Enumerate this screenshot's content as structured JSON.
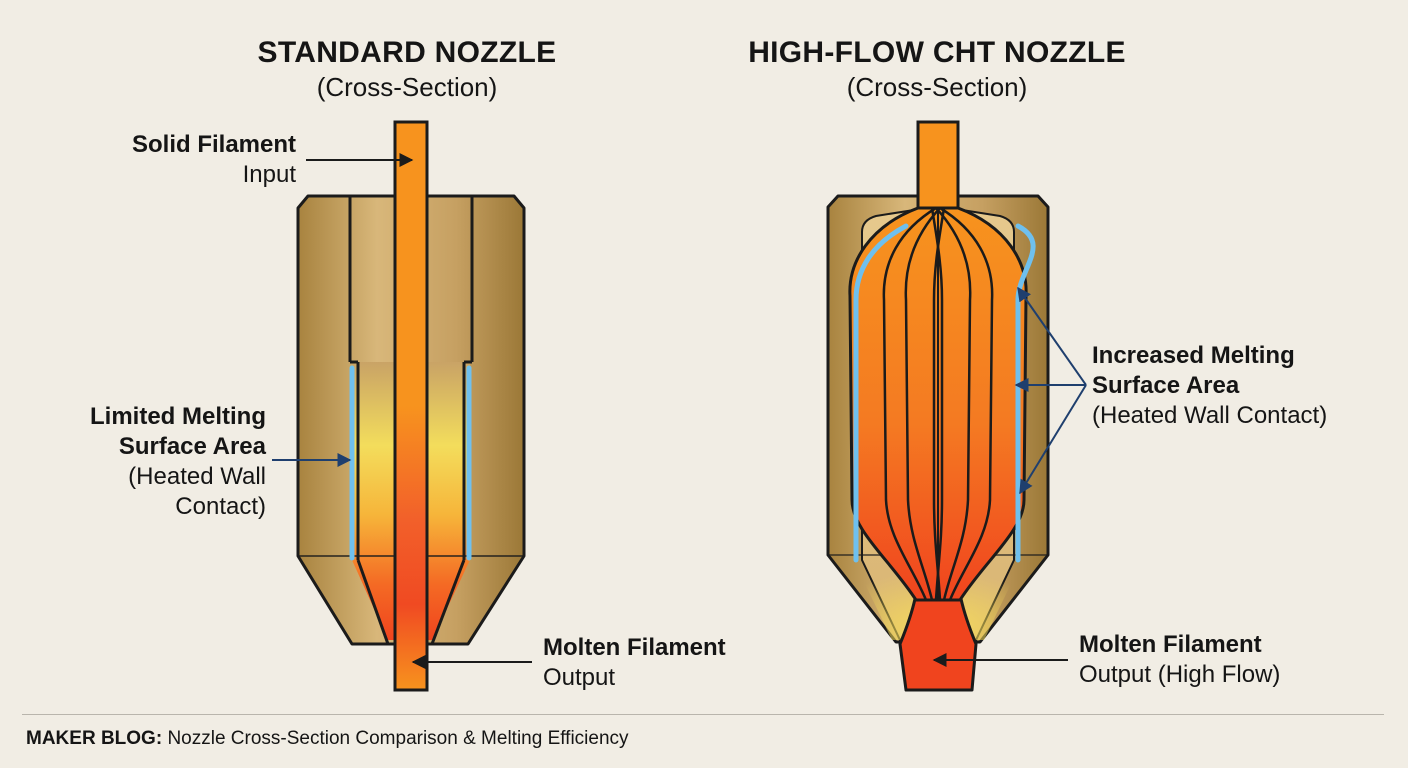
{
  "left": {
    "title": "STANDARD NOZZLE",
    "subtitle": "(Cross-Section)",
    "input_label": {
      "bold": "Solid Filament",
      "normal": "Input"
    },
    "surface_label": {
      "bold1": "Limited Melting",
      "bold2": "Surface Area",
      "normal1": "(Heated Wall",
      "normal2": "Contact)"
    },
    "output_label": {
      "bold": "Molten Filament",
      "normal": "Output"
    }
  },
  "right": {
    "title": "HIGH-FLOW CHT NOZZLE",
    "subtitle": "(Cross-Section)",
    "surface_label": {
      "bold1": "Increased Melting",
      "bold2": "Surface Area",
      "normal": "(Heated Wall Contact)"
    },
    "output_label": {
      "bold": "Molten Filament",
      "normal": "Output (High Flow)"
    }
  },
  "footer": {
    "bold": "MAKER BLOG:",
    "text": "Nozzle Cross-Section Comparison & Melting Efficiency"
  },
  "colors": {
    "brass": "#c9a366",
    "filament": "#f7931e",
    "molten": "#f0441e",
    "hot_yellow": "#f4d63e",
    "heated_wall": "#6fc0ee",
    "background": "#f1ede4"
  }
}
